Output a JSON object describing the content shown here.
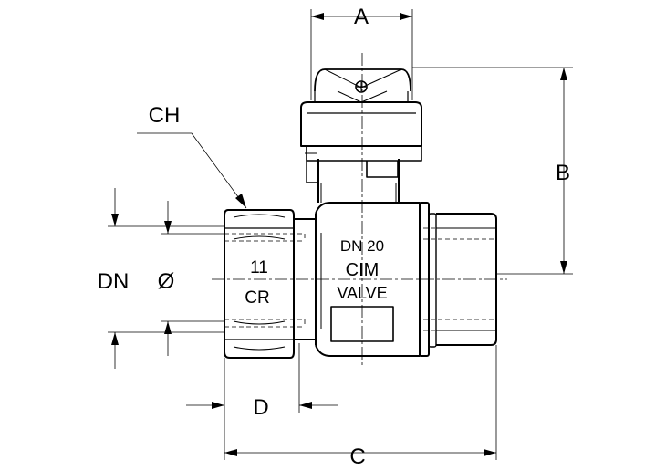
{
  "dimensions": {
    "a": "A",
    "b": "B",
    "c": "C",
    "d": "D",
    "ch": "CH",
    "dn": "DN",
    "diameter": "Ø"
  },
  "body_markings": {
    "size": "DN  20",
    "brand": "CIM",
    "valve": "VALVE",
    "left_number": "11",
    "left_logo": "CR"
  }
}
